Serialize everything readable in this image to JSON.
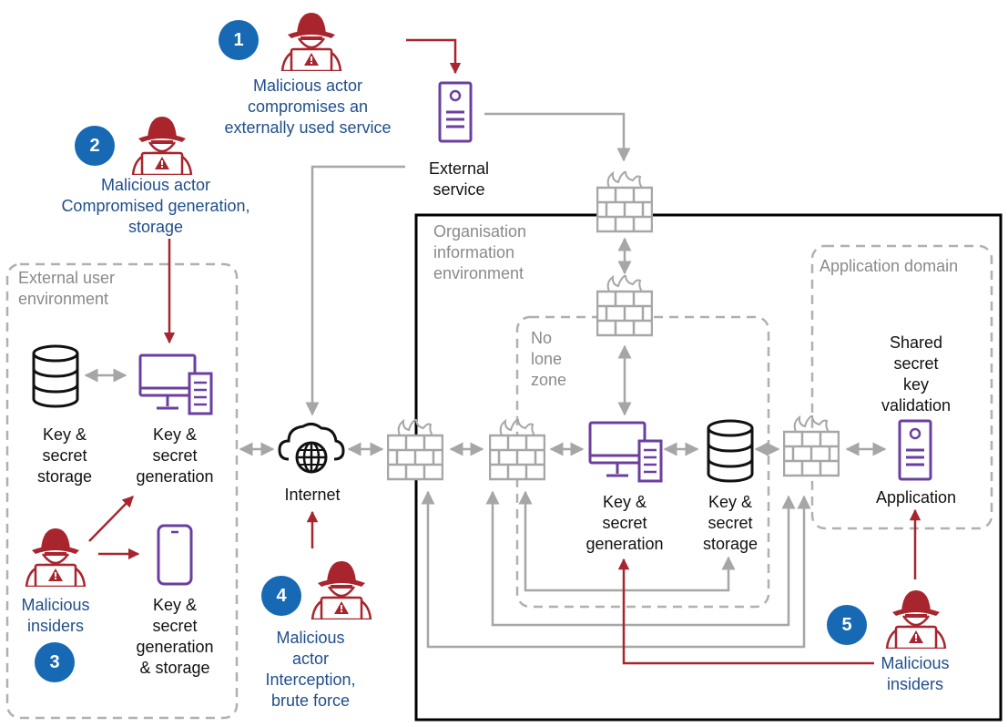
{
  "colors": {
    "threat_red": "#a8252e",
    "flow_grey": "#a6a6a6",
    "device_purple": "#6b3fa0",
    "badge_blue": "#1769b4",
    "label_blue": "#1f4e8c",
    "boundary_black": "#000000"
  },
  "icons": [
    "hacker-icon",
    "server-icon",
    "firewall-icon",
    "database-icon",
    "computer-icon",
    "mobile-icon",
    "globe-cloud-icon"
  ],
  "badges": [
    "1",
    "2",
    "3",
    "4",
    "5"
  ],
  "actors": {
    "a1": [
      "Malicious actor",
      "compromises an",
      "externally used service"
    ],
    "a2": [
      "Malicious actor",
      "Compromised generation,",
      "storage"
    ],
    "a3": [
      "Malicious",
      "insiders"
    ],
    "a4": [
      "Malicious",
      "actor",
      "Interception,",
      "brute force"
    ],
    "a5": [
      "Malicious",
      "insiders"
    ]
  },
  "zones": {
    "external_user": [
      "External user",
      "environment"
    ],
    "organisation": [
      "Organisation",
      "information",
      "environment"
    ],
    "no_lone": [
      "No",
      "lone",
      "zone"
    ],
    "application_domain": "Application domain"
  },
  "nodes": {
    "external_service": [
      "External",
      "service"
    ],
    "ext_storage": [
      "Key &",
      "secret",
      "storage"
    ],
    "ext_generation": [
      "Key &",
      "secret",
      "generation"
    ],
    "ext_mobile": [
      "Key &",
      "secret",
      "generation",
      "& storage"
    ],
    "internet": "Internet",
    "org_generation": [
      "Key &",
      "secret",
      "generation"
    ],
    "org_storage": [
      "Key &",
      "secret",
      "storage"
    ],
    "shared_validation": [
      "Shared",
      "secret",
      "key",
      "validation"
    ],
    "application": "Application"
  }
}
